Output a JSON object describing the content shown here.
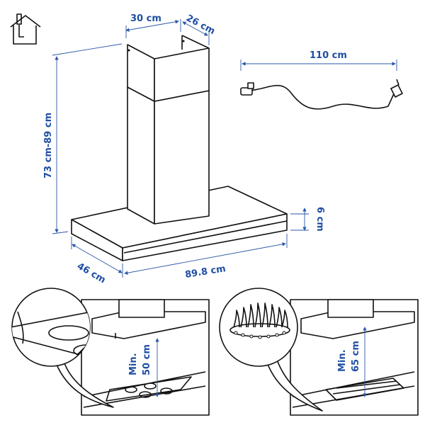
{
  "colors": {
    "dimension": "#1f4ea3",
    "line": "#111111"
  },
  "icons": [
    "house-duct-icon",
    "power-plug-icon",
    "gas-flame-icon"
  ],
  "dimensions": {
    "chimney_width": "30 cm",
    "chimney_depth": "26 cm",
    "height": "73 cm-89 cm",
    "hood_depth": "46 cm",
    "hood_width": "89.8 cm",
    "hood_thickness": "6 cm",
    "cord_length": "110 cm"
  },
  "installation": {
    "electric": {
      "line1": "Min.",
      "line2": "50 cm"
    },
    "gas": {
      "line1": "Min.",
      "line2": "65 cm"
    }
  }
}
